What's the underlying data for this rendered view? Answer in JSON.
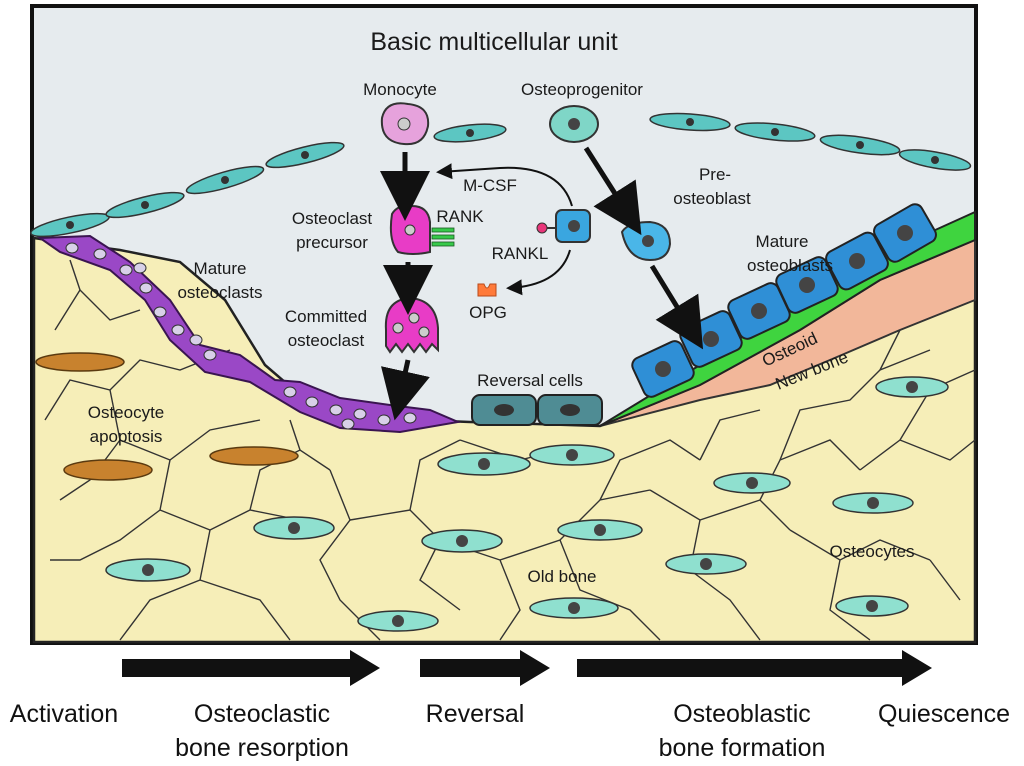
{
  "title": "Basic multicellular unit",
  "labels": {
    "monocyte": "Monocyte",
    "osteoprogenitor": "Osteoprogenitor",
    "pre_osteoblast_line1": "Pre-",
    "pre_osteoblast_line2": "osteoblast",
    "m_csf": "M-CSF",
    "rank": "RANK",
    "rankl": "RANKL",
    "opg": "OPG",
    "osteoclast_precursor_line1": "Osteoclast",
    "osteoclast_precursor_line2": "precursor",
    "committed_osteoclast_line1": "Committed",
    "committed_osteoclast_line2": "osteoclast",
    "mature_osteoclasts_line1": "Mature",
    "mature_osteoclasts_line2": "osteoclasts",
    "mature_osteoblasts_line1": "Mature",
    "mature_osteoblasts_line2": "osteoblasts",
    "osteoid": "Osteoid",
    "new_bone": "New bone",
    "reversal_cells": "Reversal cells",
    "osteocyte_apoptosis_line1": "Osteocyte",
    "osteocyte_apoptosis_line2": "apoptosis",
    "old_bone": "Old bone",
    "osteocytes": "Osteocytes"
  },
  "stages": {
    "activation": "Activation",
    "resorption_line1": "Osteoclastic",
    "resorption_line2": "bone resorption",
    "reversal": "Reversal",
    "formation_line1": "Osteoblastic",
    "formation_line2": "bone formation",
    "quiescence": "Quiescence"
  },
  "colors": {
    "bone": "#f6eeb8",
    "marrow": "#e6ebee",
    "lining_cell": "#5cc6c2",
    "osteoclast": "#9a48c6",
    "monocyte": "#e6a2dc",
    "precursor": "#e83cc6",
    "osteoblast": "#2f8fd6",
    "osteoid": "#3fd43f",
    "new_bone": "#f2b79a",
    "osteocyte": "#8fe0cf",
    "apoptotic": "#c8822e",
    "opg": "#ff7a3a",
    "rankl": "#e8367a",
    "rank": "#37c94a"
  }
}
